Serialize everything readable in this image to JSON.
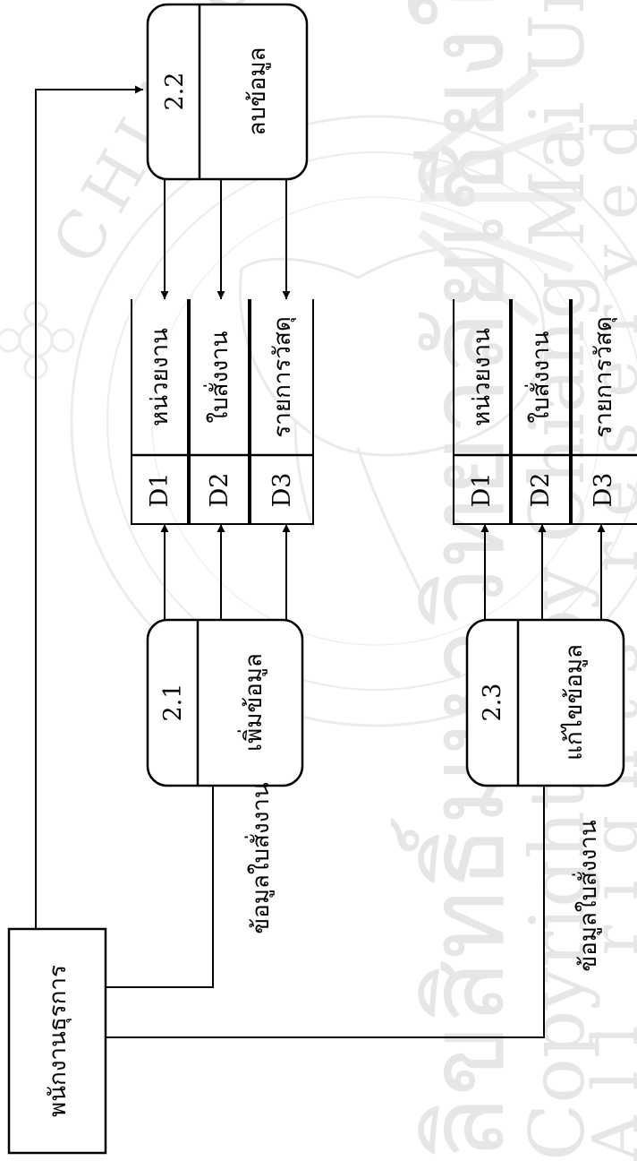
{
  "external_entity": {
    "label": "พนักงานธุรการ"
  },
  "processes": [
    {
      "id": "p21",
      "number": "2.1",
      "label": "เพิ่มข้อมูล"
    },
    {
      "id": "p22",
      "number": "2.2",
      "label": "ลบข้อมูล"
    },
    {
      "id": "p23",
      "number": "2.3",
      "label": "แก้ไขข้อมูล"
    }
  ],
  "data_stores_upper": [
    {
      "code": "D1",
      "name": "หน่วยงาน"
    },
    {
      "code": "D2",
      "name": "ใบสั่งงาน"
    },
    {
      "code": "D3",
      "name": "รายการวัสดุ"
    }
  ],
  "data_stores_lower": [
    {
      "code": "D1",
      "name": "หน่วยงาน"
    },
    {
      "code": "D2",
      "name": "ใบสั่งงาน"
    },
    {
      "code": "D3",
      "name": "รายการวัสดุ"
    }
  ],
  "flows": {
    "to_add": "ข้อมูลใบสั่งงาน",
    "to_edit": "ข้อมูลใบสั่งงาน"
  },
  "watermark": {
    "line1": "ลิขสิทธิ์มหาวิทยาลัยเชียงใหม่",
    "line2": "Copyright © by Chiang Mai University",
    "line3": "All rights reserved",
    "seal_text": "CHIANG MAI UNIVERSITY"
  }
}
